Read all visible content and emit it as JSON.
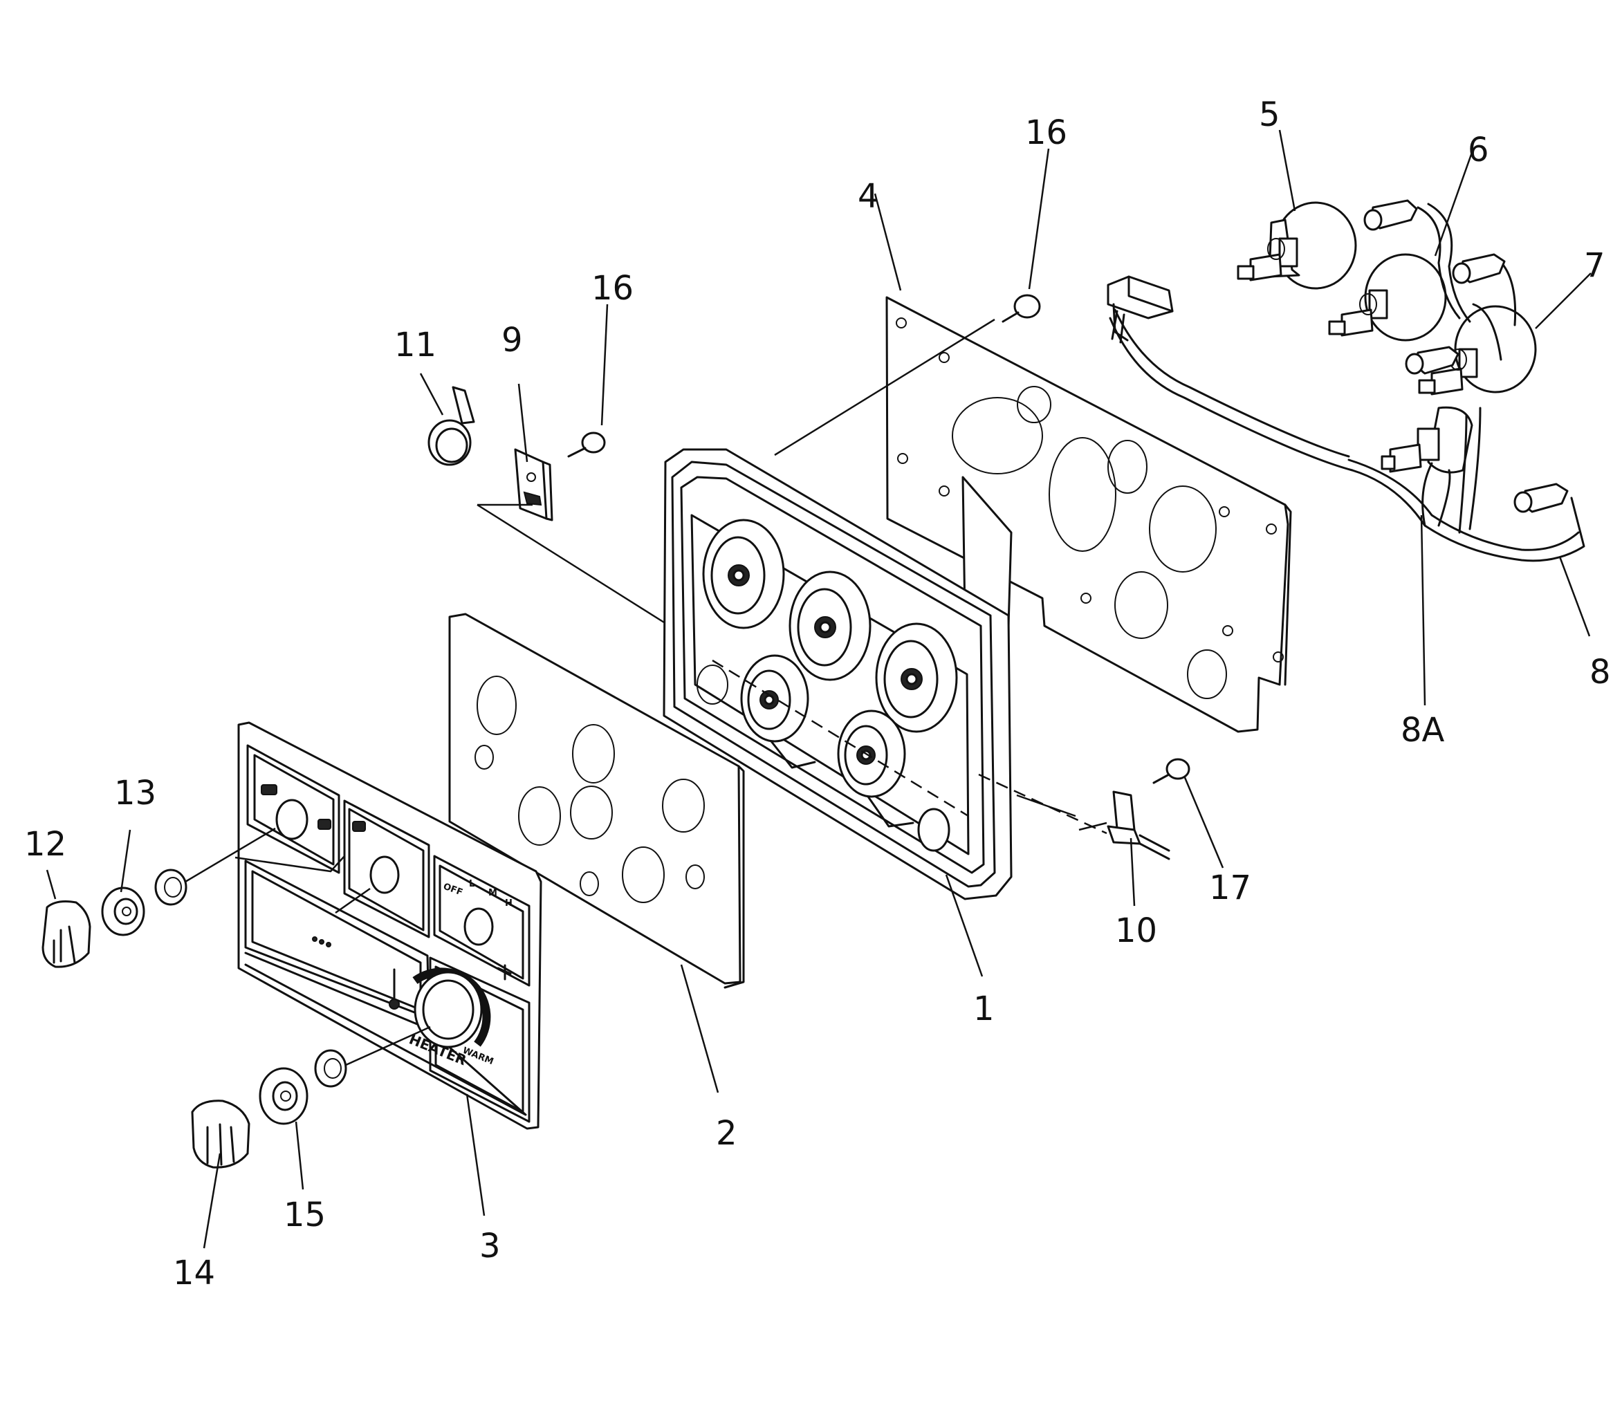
{
  "callouts": {
    "c1": "1",
    "c2": "2",
    "c3": "3",
    "c4": "4",
    "c5": "5",
    "c6": "6",
    "c7": "7",
    "c8": "8",
    "c8a": "8A",
    "c9": "9",
    "c10": "10",
    "c11": "11",
    "c12": "12",
    "c13": "13",
    "c14": "14",
    "c15": "15",
    "c16a": "16",
    "c16b": "16",
    "c17": "17"
  },
  "panel_text": {
    "heater": "HEATER",
    "warm": "WARM",
    "off": "OFF",
    "l": "L",
    "m": "M",
    "h": "H"
  }
}
